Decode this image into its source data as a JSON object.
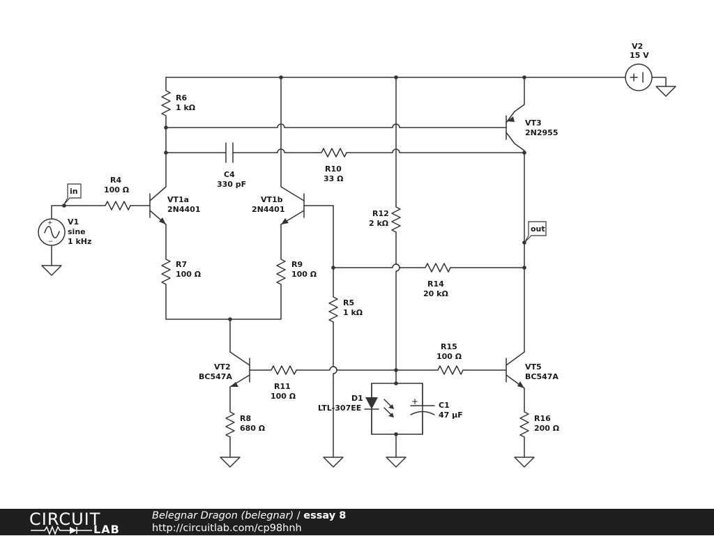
{
  "components": {
    "V2": {
      "name": "V2",
      "value": "15 V"
    },
    "R6": {
      "name": "R6",
      "value": "1 kΩ"
    },
    "VT3": {
      "name": "VT3",
      "value": "2N2955"
    },
    "R4": {
      "name": "R4",
      "value": "100 Ω"
    },
    "VT1a": {
      "name": "VT1a",
      "value": "2N4401"
    },
    "VT1b": {
      "name": "VT1b",
      "value": "2N4401"
    },
    "C4": {
      "name": "C4",
      "value": "330 pF"
    },
    "R10": {
      "name": "R10",
      "value": "33 Ω"
    },
    "R12": {
      "name": "R12",
      "value": "2 kΩ"
    },
    "V1": {
      "name": "V1",
      "type": "sine",
      "value": "1 kHz"
    },
    "R7": {
      "name": "R7",
      "value": "100 Ω"
    },
    "R9": {
      "name": "R9",
      "value": "100 Ω"
    },
    "R14": {
      "name": "R14",
      "value": "20 kΩ"
    },
    "R5": {
      "name": "R5",
      "value": "1 kΩ"
    },
    "VT2": {
      "name": "VT2",
      "value": "BC547A"
    },
    "R11": {
      "name": "R11",
      "value": "100 Ω"
    },
    "R15": {
      "name": "R15",
      "value": "100 Ω"
    },
    "VT5": {
      "name": "VT5",
      "value": "BC547A"
    },
    "D1": {
      "name": "D1",
      "value": "LTL-307EE"
    },
    "C1": {
      "name": "C1",
      "value": "47 µF"
    },
    "R8": {
      "name": "R8",
      "value": "680 Ω"
    },
    "R16": {
      "name": "R16",
      "value": "200 Ω"
    }
  },
  "nets": {
    "in": "in",
    "out": "out"
  },
  "footer": {
    "logo_top": "CIRCUIT",
    "logo_bottom": "LAB",
    "author": "Belegnar Dragon (belegnar)",
    "separator": " / ",
    "title": "essay 8",
    "url": "http://circuitlab.com/cp98hnh"
  },
  "colors": {
    "wire": "#333333",
    "footer_bg": "#1f1f1f",
    "text": "#1a1a1a"
  }
}
